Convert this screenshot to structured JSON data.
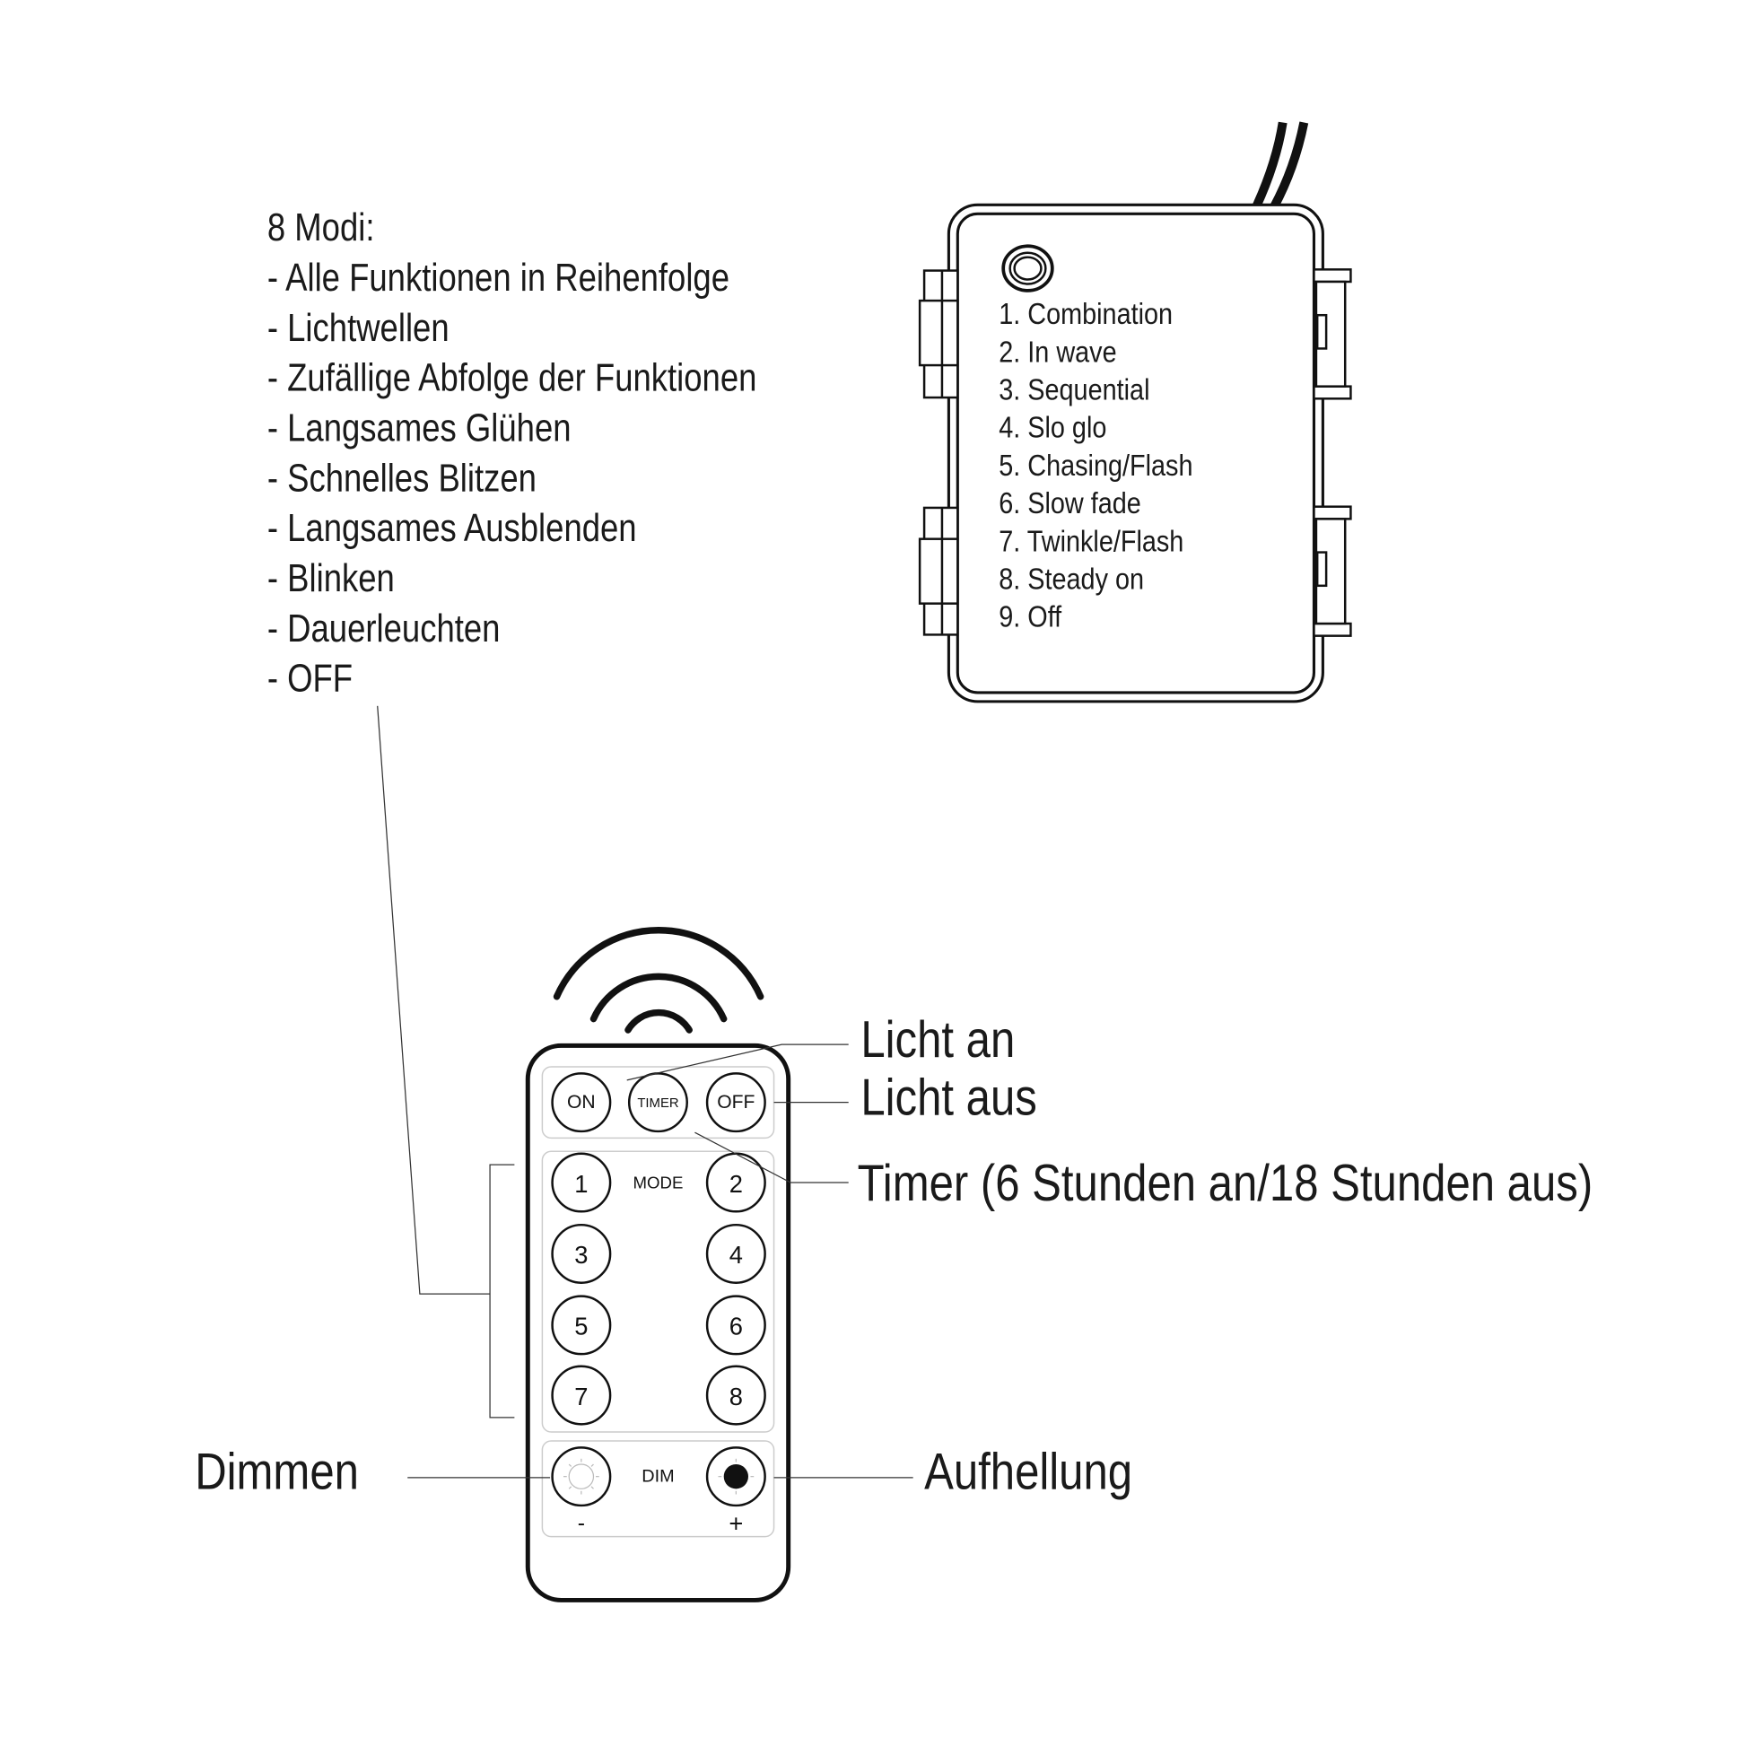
{
  "modes_list": {
    "title": "8 Modi:",
    "items": [
      "- Alle Funktionen in Reihenfolge",
      "- Lichtwellen",
      "- Zufällige Abfolge der Funktionen",
      "- Langsames Glühen",
      "- Schnelles Blitzen",
      "- Langsames Ausblenden",
      "- Blinken",
      "- Dauerleuchten",
      "- OFF"
    ]
  },
  "controller_box": {
    "items": [
      "1. Combination",
      "2. In wave",
      "3. Sequential",
      "4. Slo glo",
      "5. Chasing/Flash",
      "6. Slow fade",
      "7. Twinkle/Flash",
      "8. Steady on",
      "9. Off"
    ]
  },
  "remote": {
    "on": "ON",
    "timer": "TIMER",
    "off": "OFF",
    "mode": "MODE",
    "numbers": [
      "1",
      "2",
      "3",
      "4",
      "5",
      "6",
      "7",
      "8"
    ],
    "dim": "DIM",
    "minus": "-",
    "plus": "+"
  },
  "callouts": {
    "licht_an": "Licht an",
    "licht_aus": "Licht aus",
    "timer": "Timer (6 Stunden an/18 Stunden aus)",
    "dimmen": "Dimmen",
    "aufhellung": "Aufhellung"
  }
}
